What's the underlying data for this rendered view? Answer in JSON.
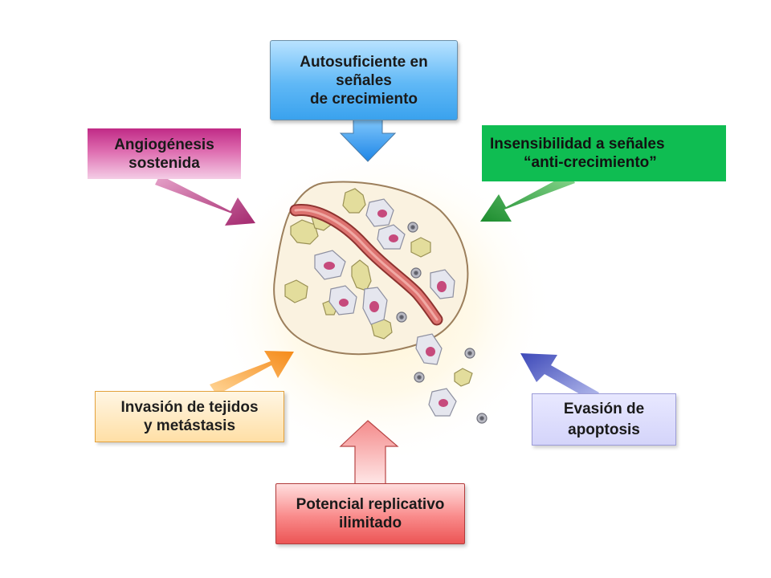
{
  "labels": {
    "autosuficiente": [
      "Autosuficiente en",
      "señales",
      "de crecimiento"
    ],
    "angiogenesis": [
      "Angiogénesis",
      "sostenida"
    ],
    "insensibilidad": [
      "Insensibilidad a señales",
      "“anti-crecimiento”"
    ],
    "invasion": [
      "Invasión de tejidos",
      "y metástasis"
    ],
    "evasion": [
      "Evasión de",
      "apoptosis"
    ],
    "potencial": [
      "Potencial replicativo",
      "ilimitado"
    ]
  },
  "colors": {
    "autosuficiente": "#3aa2ee",
    "angiogenesis": "#c02a86",
    "insensibilidad": "#0fbd52",
    "invasion": "#f29a2a",
    "evasion": "#5561c6",
    "potencial": "#ec5555",
    "tissue_outline": "#9c7f5c",
    "vessel": "#c8514f",
    "nucleus": "#c64a7c"
  }
}
